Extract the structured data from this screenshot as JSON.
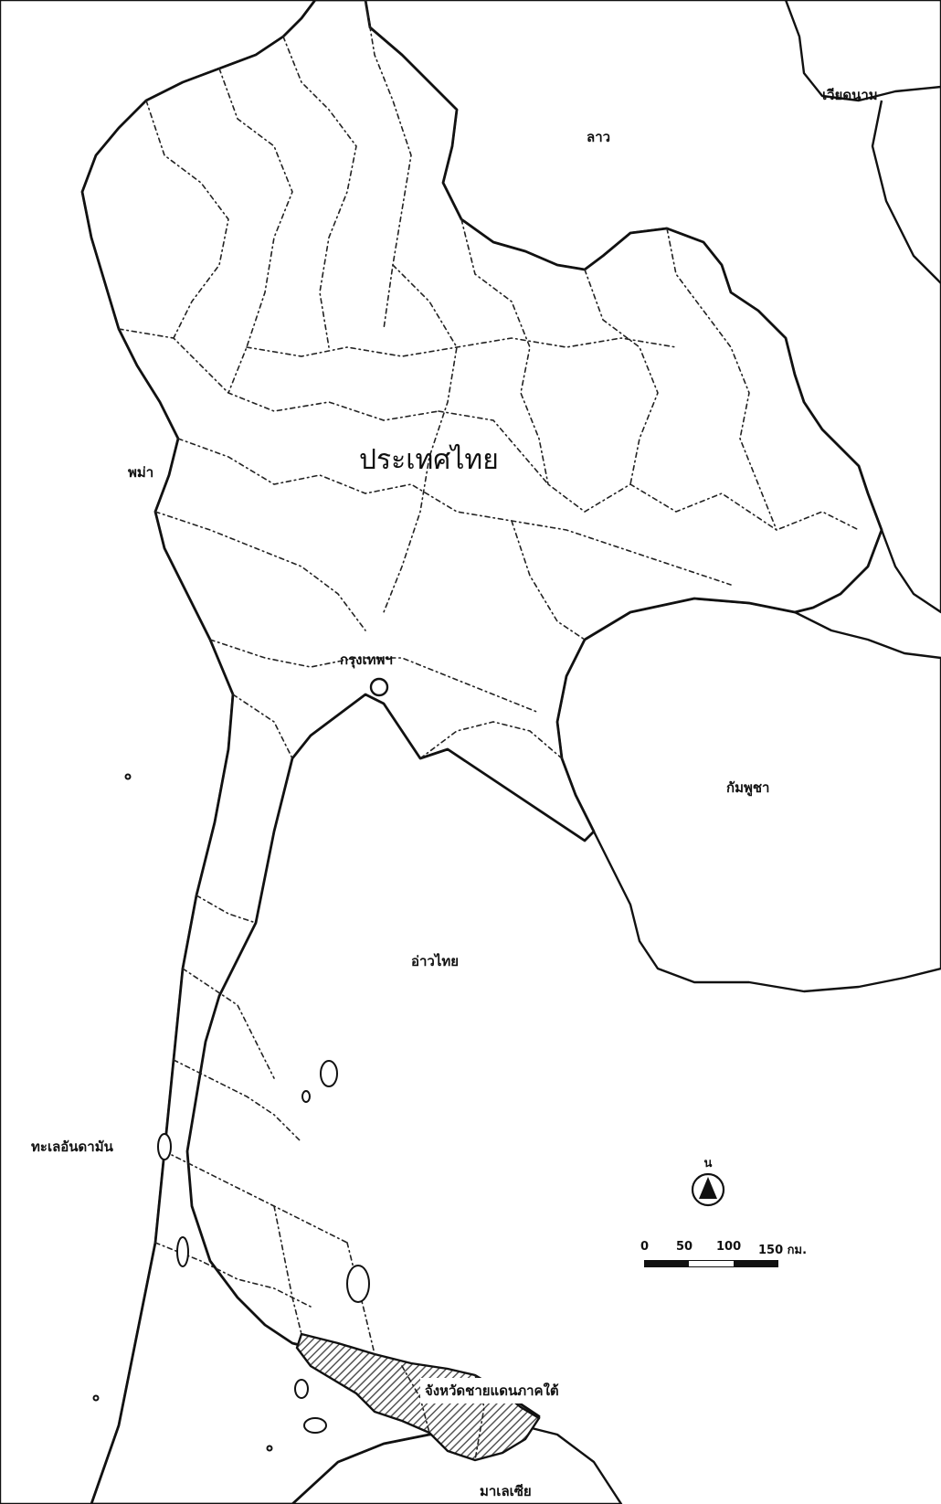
{
  "map": {
    "labels": {
      "thailand": "ประเทศไทย",
      "laos": "ลาว",
      "vietnam": "เวียดนาม",
      "myanmar": "พม่า",
      "cambodia": "กัมพูชา",
      "bangkok": "กรุงเทพฯ",
      "gulf_of_thailand": "อ่าวไทย",
      "andaman_sea": "ทะเลอันดามัน",
      "malaysia": "มาเลเซีย",
      "southern_border_provinces": "จังหวัดชายแดนภาคใต้"
    },
    "north_arrow": {
      "letter": "น",
      "icon": "north-arrow-icon"
    },
    "scale_bar": {
      "ticks": [
        "0",
        "50",
        "100",
        "150 กม."
      ]
    },
    "colors": {
      "ink": "#111111",
      "paper": "#ffffff",
      "hatch": "#555555"
    }
  }
}
